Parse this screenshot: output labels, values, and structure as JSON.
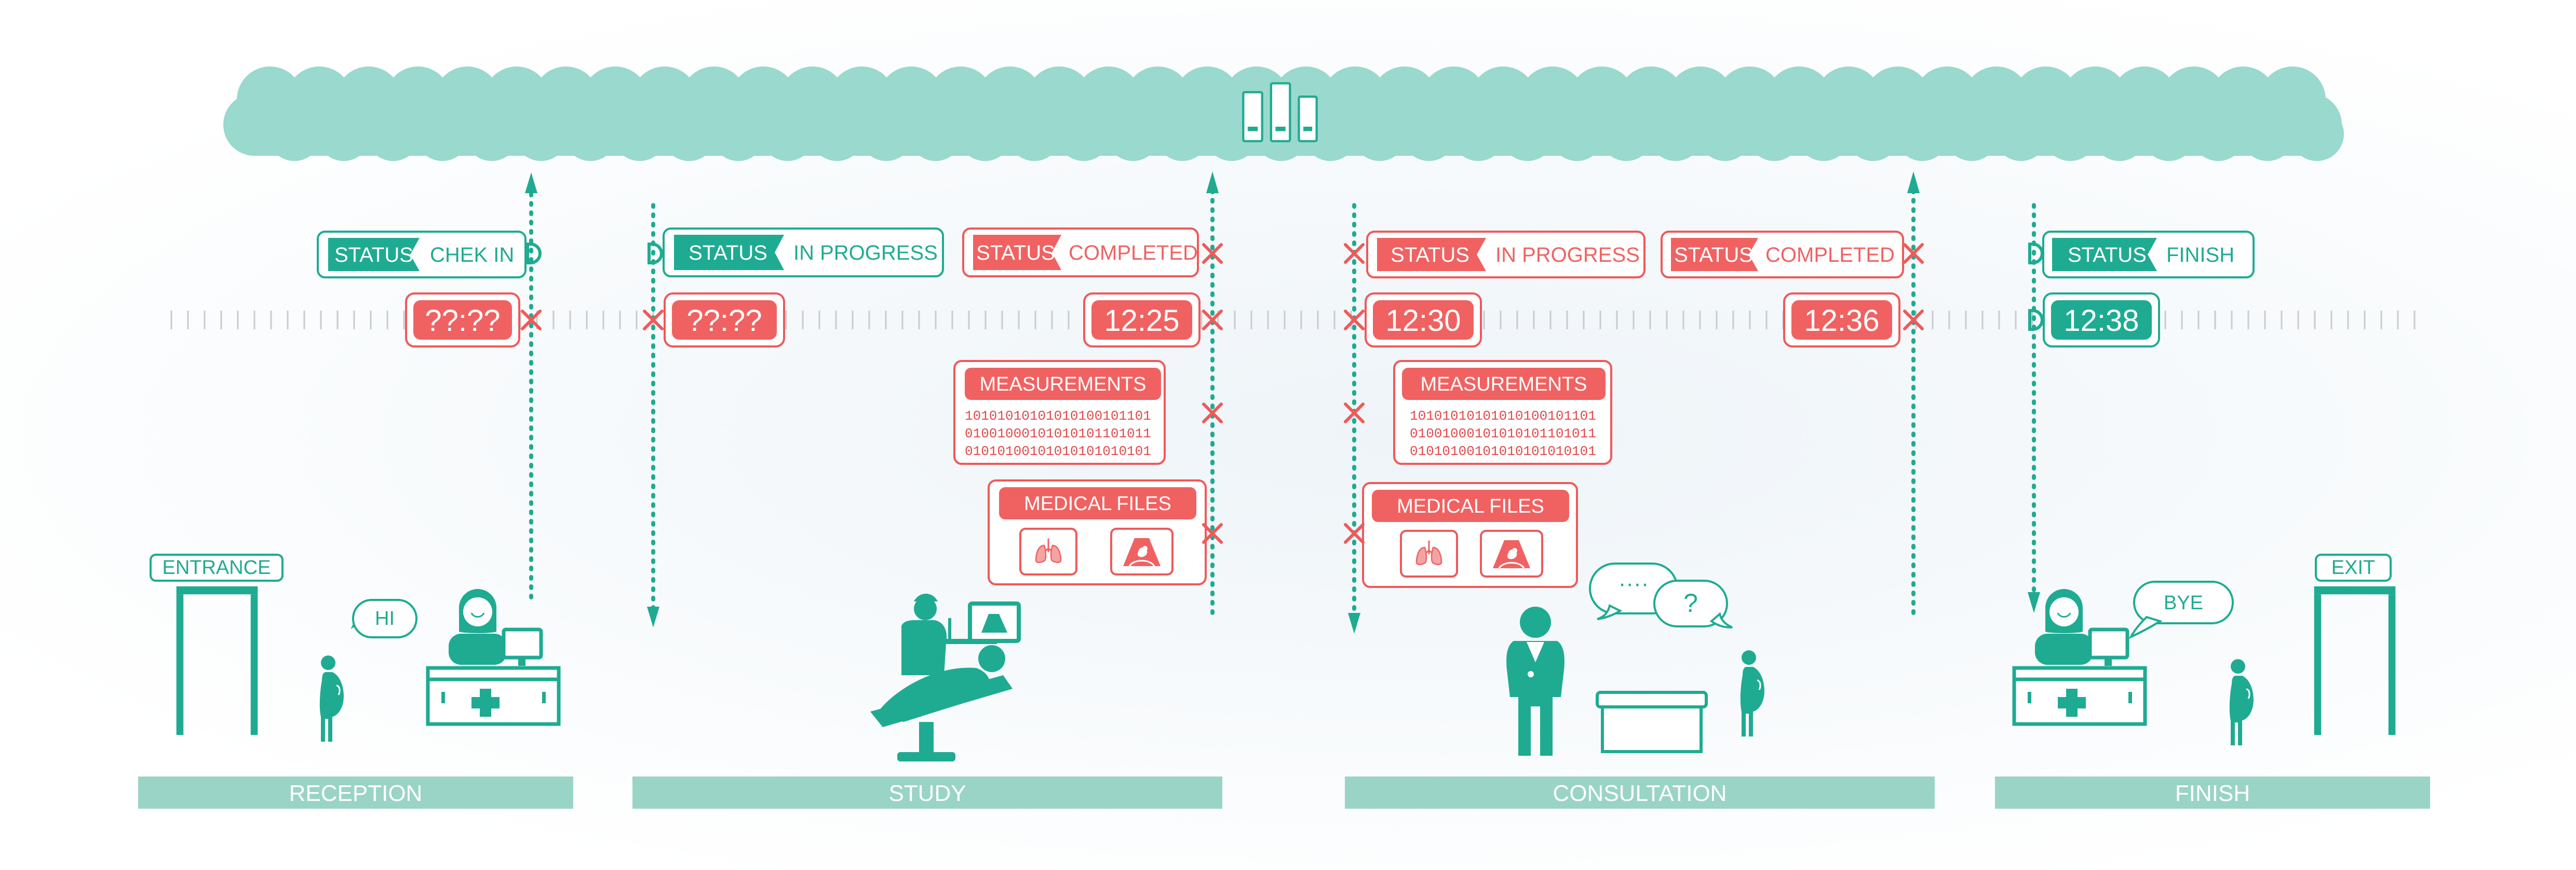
{
  "colors": {
    "teal": "#1fab92",
    "cloud": "#9ad9cd",
    "red": "#f06262",
    "red_line": "#ee5a5a",
    "section_bar": "#9ad4c6",
    "ruler": "#c7ccd0"
  },
  "icons": [
    "server-icon",
    "lungs-icon",
    "ultrasound-icon",
    "doctor-icon",
    "receptionist-icon",
    "patient-icon",
    "monitor-icon",
    "first-aid-cross-icon",
    "check-mark-icon",
    "cross-mark-icon"
  ],
  "sections": {
    "reception": "RECEPTION",
    "study": "STUDY",
    "consultation": "CONSULTATION",
    "finish": "FINISH"
  },
  "doors": {
    "entrance": "ENTRANCE",
    "exit": "EXIT"
  },
  "speech": {
    "hi": "HI",
    "dots": "····",
    "question": "?",
    "bye": "BYE"
  },
  "status": [
    {
      "label": "STATUS",
      "value": "CHEK IN",
      "state": "ok"
    },
    {
      "label": "STATUS",
      "value": "IN PROGRESS",
      "state": "ok"
    },
    {
      "label": "STATUS",
      "value": "COMPLETED",
      "state": "error"
    },
    {
      "label": "STATUS",
      "value": "IN PROGRESS",
      "state": "error"
    },
    {
      "label": "STATUS",
      "value": "COMPLETED",
      "state": "error"
    },
    {
      "label": "STATUS",
      "value": "FINISH",
      "state": "ok"
    }
  ],
  "times": [
    {
      "value": "??:??",
      "state": "error"
    },
    {
      "value": "??:??",
      "state": "error"
    },
    {
      "value": "12:25",
      "state": "error"
    },
    {
      "value": "12:30",
      "state": "error"
    },
    {
      "value": "12:36",
      "state": "error"
    },
    {
      "value": "12:38",
      "state": "ok"
    }
  ],
  "measurements": [
    {
      "title": "MEASUREMENTS",
      "lines": [
        "10101010101010100101101",
        "01001000101010101101011",
        "01010100101010101010101"
      ]
    },
    {
      "title": "MEASUREMENTS",
      "lines": [
        "10101010101010100101101",
        "01001000101010101101011",
        "01010100101010101010101"
      ]
    }
  ],
  "medical_files": [
    {
      "title": "MEDICAL FILES"
    },
    {
      "title": "MEDICAL FILES"
    }
  ]
}
